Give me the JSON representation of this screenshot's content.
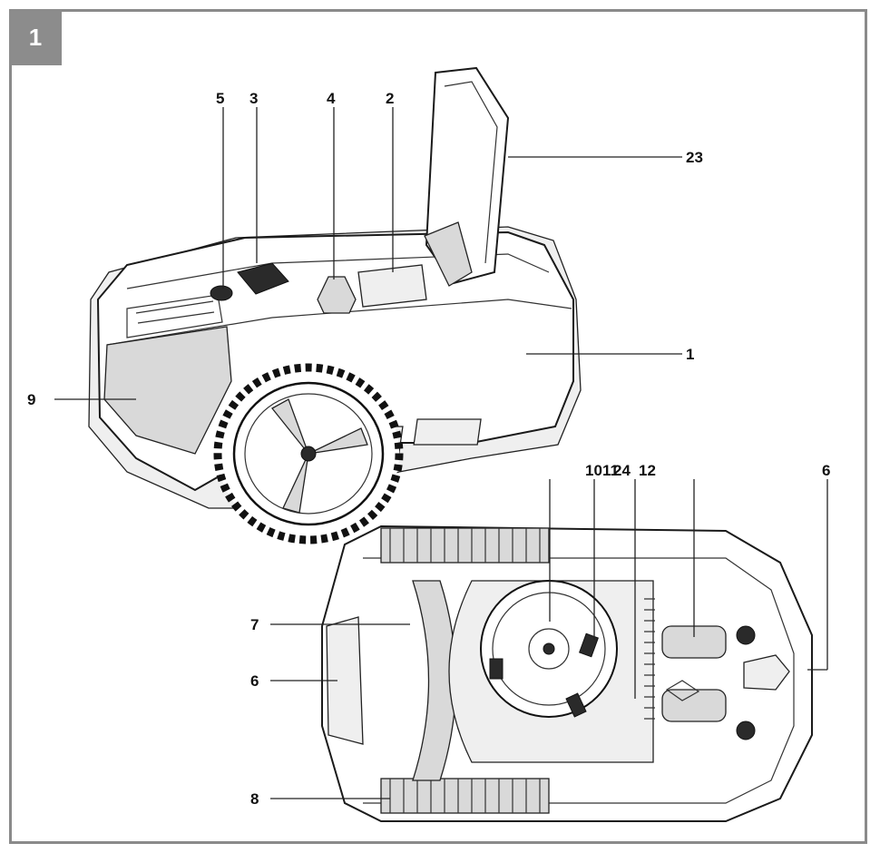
{
  "figure": {
    "number": "1"
  },
  "labels": {
    "l1": "1",
    "l2": "2",
    "l3": "3",
    "l4": "4",
    "l5": "5",
    "l6a": "6",
    "l6b": "6",
    "l7": "7",
    "l8": "8",
    "l9": "9",
    "l10": "10",
    "l11": "11",
    "l12": "12",
    "l23": "23",
    "l24": "24"
  },
  "colors": {
    "frame": "#8a8a8a",
    "badge": "#8c8c8c",
    "ink": "#1a1a1a"
  }
}
